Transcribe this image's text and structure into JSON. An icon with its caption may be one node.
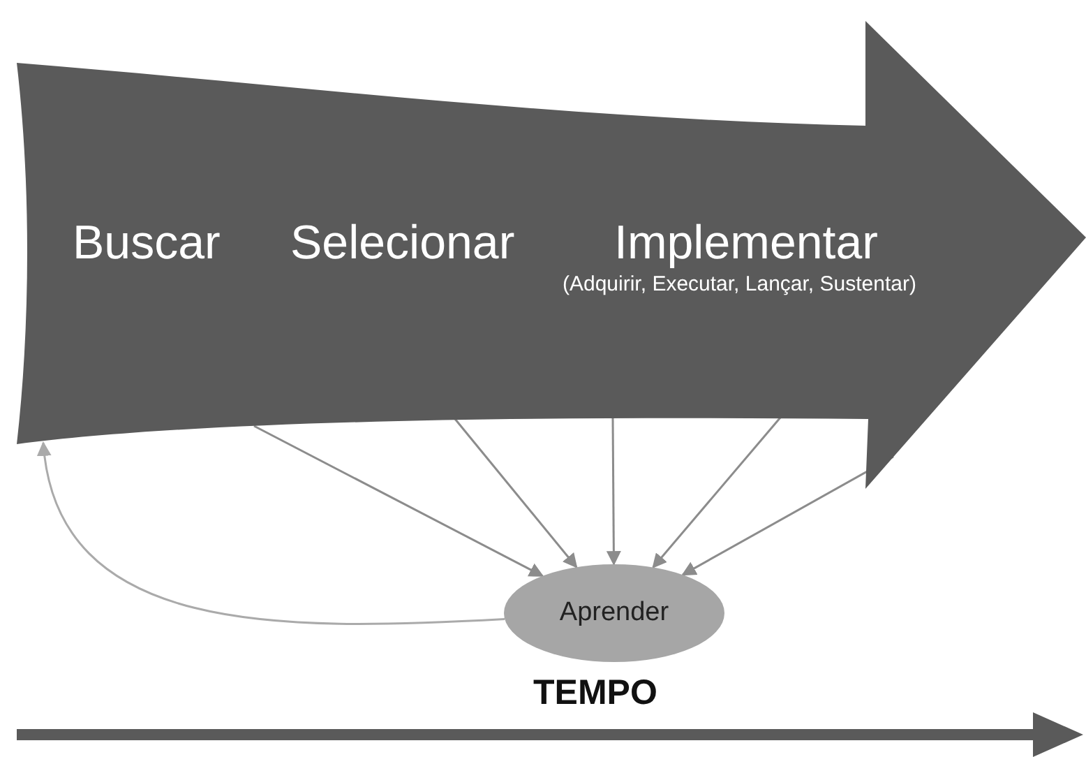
{
  "diagram": {
    "nodes": [
      {
        "text": [
          "Buscar",
          "Selecionar",
          "Implementar",
          "(Adquirir, Executar, Lançar, Sustentar)"
        ]
      },
      {
        "text": [
          "Aprender"
        ]
      }
    ],
    "edges": [
      {
        "from": 0,
        "to": 1,
        "arrow": "to"
      },
      {
        "from": 0,
        "to": 1,
        "arrow": "to"
      },
      {
        "from": 0,
        "to": 1,
        "arrow": "to"
      },
      {
        "from": 0,
        "to": 1,
        "arrow": "to"
      },
      {
        "from": 0,
        "to": 1,
        "arrow": "to"
      },
      {
        "from": 1,
        "to": 0,
        "arrow": "to",
        "color": "#aaaaaa"
      }
    ],
    "labels": [
      "TEMPO"
    ]
  }
}
